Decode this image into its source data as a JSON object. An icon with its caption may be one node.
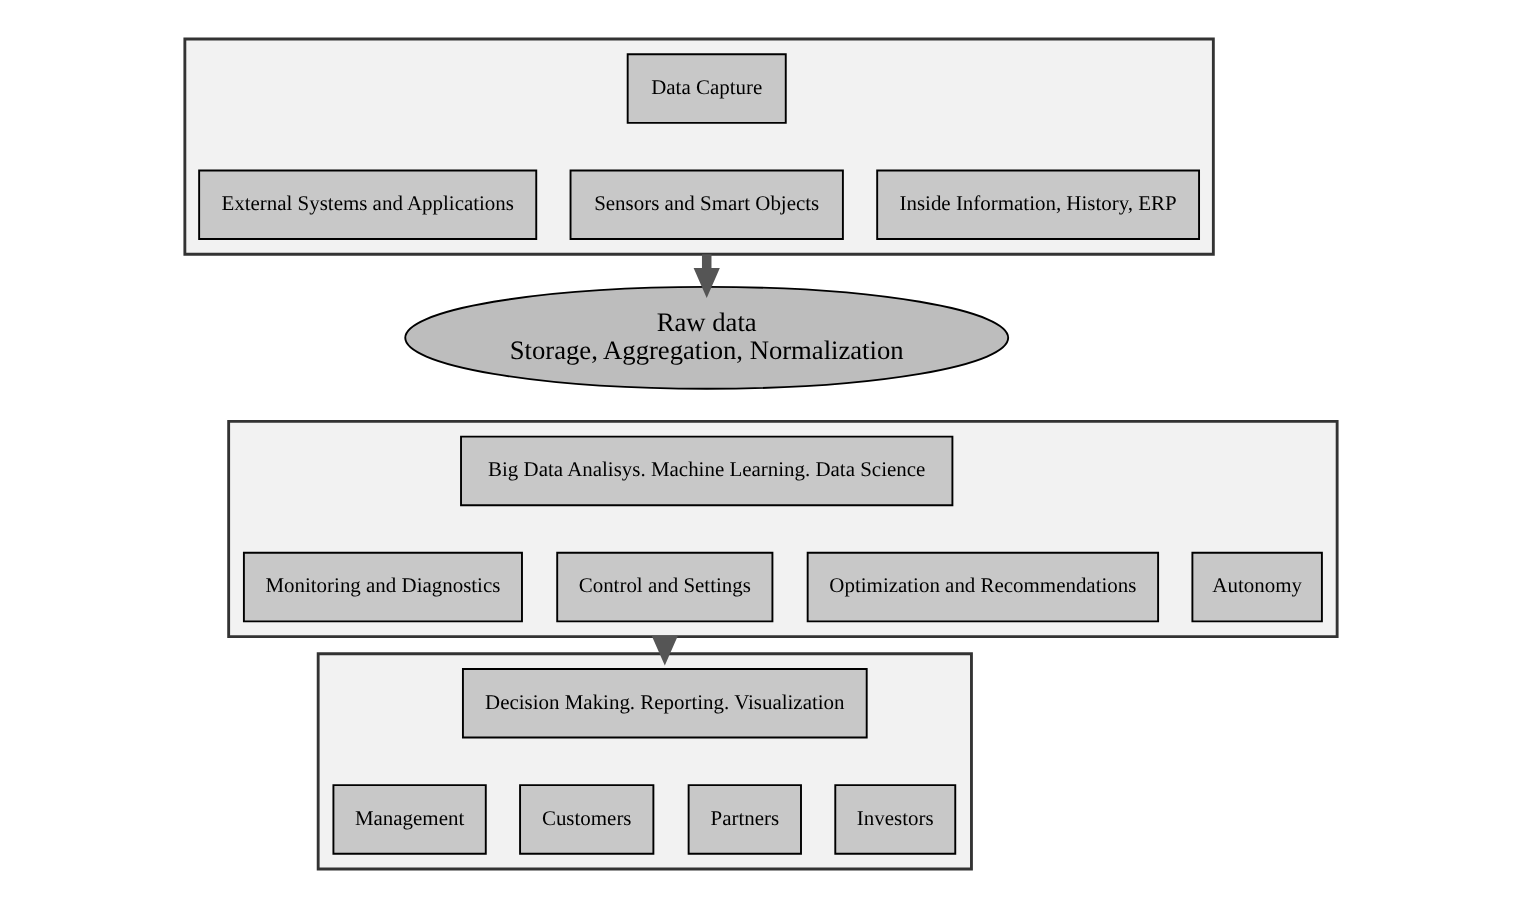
{
  "diagram": {
    "nodes": [
      {
        "text": [],
        "shape": "box"
      },
      {
        "text": [
          "Data Capture"
        ],
        "in": 0
      },
      {
        "text": [
          "External Systems and Applications"
        ],
        "in": 0
      },
      {
        "text": [
          "Sensors and Smart Objects"
        ],
        "in": 0
      },
      {
        "text": [
          "Inside Information, History, ERP"
        ],
        "in": 0
      },
      {
        "text": [
          "Raw data",
          "Storage, Aggregation, Normalization"
        ]
      },
      {
        "text": [],
        "shape": "box"
      },
      {
        "text": [
          "Big Data Analisys. Machine Learning. Data Science"
        ],
        "in": 6
      },
      {
        "text": [
          "Monitoring and Diagnostics"
        ],
        "in": 6
      },
      {
        "text": [
          "Control and Settings"
        ],
        "in": 6
      },
      {
        "text": [
          "Optimization and Recommendations"
        ],
        "in": 6
      },
      {
        "text": [
          "Autonomy"
        ],
        "in": 6
      },
      {
        "text": [],
        "shape": "box"
      },
      {
        "text": [
          "Decision Making. Reporting. Visualization"
        ],
        "in": 12
      },
      {
        "text": [
          "Management"
        ],
        "in": 12
      },
      {
        "text": [
          "Customers"
        ],
        "in": 12
      },
      {
        "text": [
          "Partners"
        ],
        "in": 12
      },
      {
        "text": [
          "Investors"
        ],
        "in": 12
      }
    ],
    "edges": [
      {
        "from": 0,
        "to": 5,
        "arrow": "to"
      },
      {
        "from": 6,
        "to": 12,
        "arrow": "to"
      }
    ]
  }
}
